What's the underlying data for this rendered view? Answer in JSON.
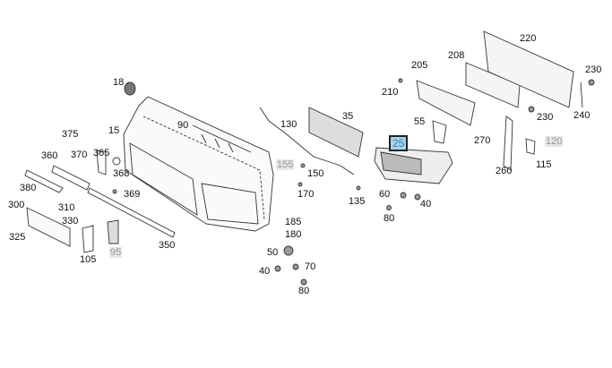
{
  "diagram_title": "",
  "selected_part": "25",
  "colors": {
    "selected_bg": "#a8d4ee",
    "selected_border": "#222222",
    "unavailable_bg": "#e6e6e6"
  },
  "labels": [
    {
      "id": "l18",
      "text": "18",
      "state": "normal"
    },
    {
      "id": "l15",
      "text": "15",
      "state": "normal"
    },
    {
      "id": "l90",
      "text": "90",
      "state": "normal"
    },
    {
      "id": "l130",
      "text": "130",
      "state": "normal"
    },
    {
      "id": "l35",
      "text": "35",
      "state": "normal"
    },
    {
      "id": "l205",
      "text": "205",
      "state": "normal"
    },
    {
      "id": "l208",
      "text": "208",
      "state": "normal"
    },
    {
      "id": "l220",
      "text": "220",
      "state": "normal"
    },
    {
      "id": "l230a",
      "text": "230",
      "state": "normal"
    },
    {
      "id": "l210",
      "text": "210",
      "state": "normal"
    },
    {
      "id": "l55",
      "text": "55",
      "state": "normal"
    },
    {
      "id": "l230b",
      "text": "230",
      "state": "normal"
    },
    {
      "id": "l240",
      "text": "240",
      "state": "normal"
    },
    {
      "id": "l25",
      "text": "25",
      "state": "selected"
    },
    {
      "id": "l270",
      "text": "270",
      "state": "normal"
    },
    {
      "id": "l120",
      "text": "120",
      "state": "unavailable"
    },
    {
      "id": "l115",
      "text": "115",
      "state": "normal"
    },
    {
      "id": "l260",
      "text": "260",
      "state": "normal"
    },
    {
      "id": "l375",
      "text": "375",
      "state": "normal"
    },
    {
      "id": "l360",
      "text": "360",
      "state": "normal"
    },
    {
      "id": "l370",
      "text": "370",
      "state": "normal"
    },
    {
      "id": "l365",
      "text": "365",
      "state": "normal"
    },
    {
      "id": "l368",
      "text": "368",
      "state": "normal"
    },
    {
      "id": "l380",
      "text": "380",
      "state": "normal"
    },
    {
      "id": "l369",
      "text": "369",
      "state": "normal"
    },
    {
      "id": "l155",
      "text": "155",
      "state": "unavailable"
    },
    {
      "id": "l150",
      "text": "150",
      "state": "normal"
    },
    {
      "id": "l170",
      "text": "170",
      "state": "normal"
    },
    {
      "id": "l135",
      "text": "135",
      "state": "normal"
    },
    {
      "id": "l60",
      "text": "60",
      "state": "normal"
    },
    {
      "id": "l40a",
      "text": "40",
      "state": "normal"
    },
    {
      "id": "l80a",
      "text": "80",
      "state": "normal"
    },
    {
      "id": "l185",
      "text": "185",
      "state": "normal"
    },
    {
      "id": "l180",
      "text": "180",
      "state": "normal"
    },
    {
      "id": "l300",
      "text": "300",
      "state": "normal"
    },
    {
      "id": "l310",
      "text": "310",
      "state": "normal"
    },
    {
      "id": "l330",
      "text": "330",
      "state": "normal"
    },
    {
      "id": "l325",
      "text": "325",
      "state": "normal"
    },
    {
      "id": "l105",
      "text": "105",
      "state": "normal"
    },
    {
      "id": "l95",
      "text": "95",
      "state": "unavailable"
    },
    {
      "id": "l350",
      "text": "350",
      "state": "normal"
    },
    {
      "id": "l50",
      "text": "50",
      "state": "normal"
    },
    {
      "id": "l40b",
      "text": "40",
      "state": "normal"
    },
    {
      "id": "l70",
      "text": "70",
      "state": "normal"
    },
    {
      "id": "l80b",
      "text": "80",
      "state": "normal"
    }
  ]
}
